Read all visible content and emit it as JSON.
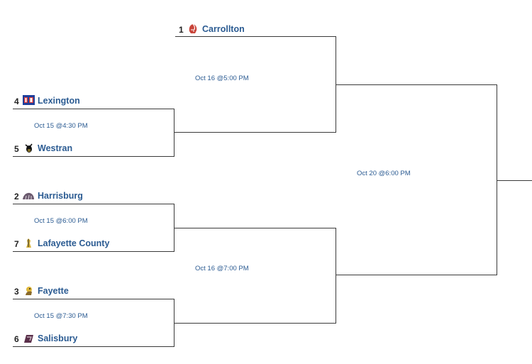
{
  "colors": {
    "team_link": "#2b5b92",
    "bracket_line": "#3a3a3a"
  },
  "teams": {
    "carrollton": {
      "seed": "1",
      "name": "Carrollton",
      "logo_icon": "trojan-helmet-icon"
    },
    "lexington": {
      "seed": "4",
      "name": "Lexington",
      "logo_icon": "lexington-minutemen-icon"
    },
    "westran": {
      "seed": "5",
      "name": "Westran",
      "logo_icon": "hornet-icon"
    },
    "harrisburg": {
      "seed": "2",
      "name": "Harrisburg",
      "logo_icon": "wildcat-icon"
    },
    "lafayette": {
      "seed": "7",
      "name": "Lafayette County",
      "logo_icon": "huskers-icon"
    },
    "fayette": {
      "seed": "3",
      "name": "Fayette",
      "logo_icon": "falcon-icon"
    },
    "salisbury": {
      "seed": "6",
      "name": "Salisbury",
      "logo_icon": "panther-icon"
    }
  },
  "games": {
    "qf1": "Oct 15 @4:30 PM",
    "qf2": "Oct 15 @6:00 PM",
    "qf3": "Oct 15 @7:30 PM",
    "sf1": "Oct 16 @5:00 PM",
    "sf2": "Oct 16 @7:00 PM",
    "final": "Oct 20 @6:00 PM"
  }
}
